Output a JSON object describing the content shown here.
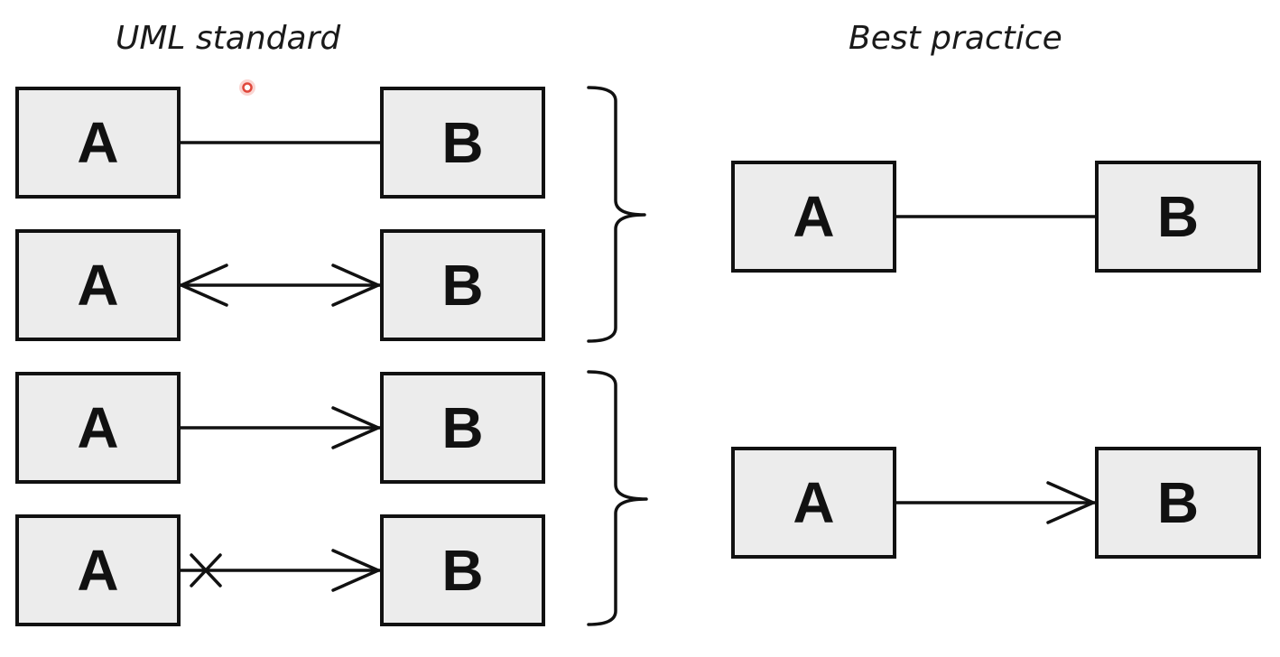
{
  "headings": {
    "left": "UML standard",
    "right": "Best practice"
  },
  "box_labels": {
    "a": "A",
    "b": "B"
  }
}
